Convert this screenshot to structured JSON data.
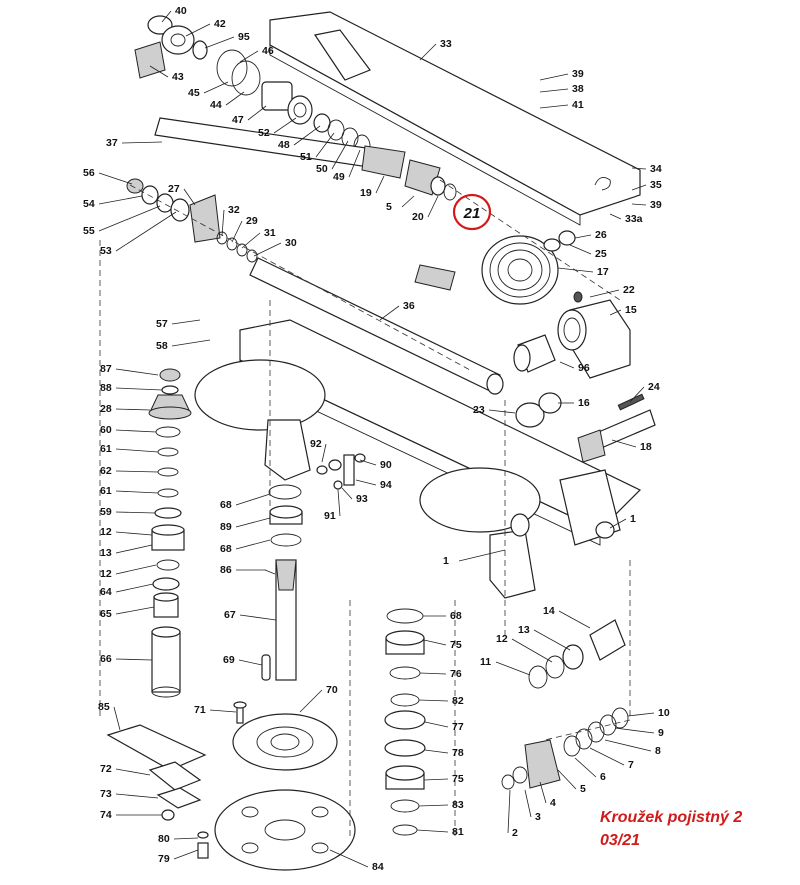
{
  "diagram": {
    "callout_numbers": [
      "40",
      "42",
      "95",
      "46",
      "43",
      "45",
      "44",
      "47",
      "52",
      "48",
      "51",
      "50",
      "49",
      "37",
      "19",
      "5",
      "20",
      "33",
      "39",
      "38",
      "41",
      "34",
      "35",
      "39",
      "33a",
      "56",
      "54",
      "55",
      "53",
      "27",
      "32",
      "29",
      "31",
      "30",
      "26",
      "25",
      "17",
      "22",
      "15",
      "96",
      "16",
      "23",
      "24",
      "18",
      "36",
      "57",
      "58",
      "87",
      "88",
      "28",
      "60",
      "61",
      "62",
      "61",
      "59",
      "12",
      "13",
      "12",
      "64",
      "65",
      "66",
      "92",
      "90",
      "94",
      "93",
      "91",
      "68",
      "89",
      "68",
      "86",
      "67",
      "69",
      "71",
      "70",
      "85",
      "72",
      "73",
      "74",
      "80",
      "79",
      "84",
      "68",
      "75",
      "76",
      "82",
      "77",
      "78",
      "75",
      "83",
      "81",
      "1",
      "1",
      "14",
      "13",
      "12",
      "11",
      "10",
      "9",
      "8",
      "7",
      "6",
      "5",
      "4",
      "3",
      "2"
    ],
    "highlight": {
      "label": "21",
      "color": "#d11a1a"
    },
    "caption": {
      "line1": "Kroužek pojistný 2",
      "line2": "03/21",
      "color": "#d11a1a"
    }
  }
}
